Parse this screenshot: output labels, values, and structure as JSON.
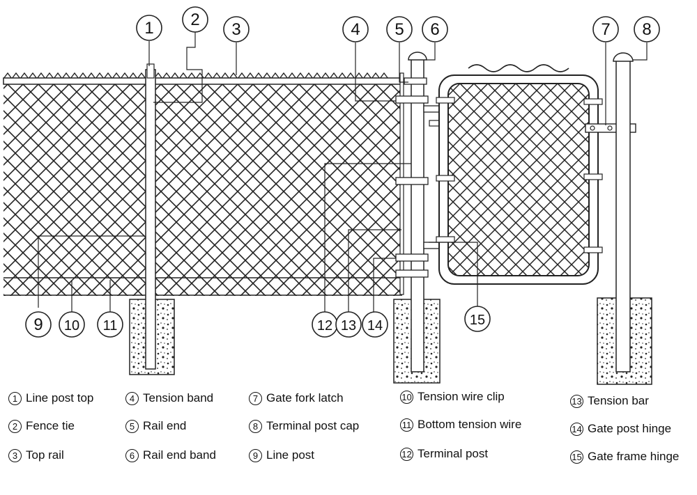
{
  "callouts": [
    "1",
    "2",
    "3",
    "4",
    "5",
    "6",
    "7",
    "8",
    "9",
    "10",
    "11",
    "12",
    "13",
    "14",
    "15"
  ],
  "legend": [
    {
      "num": "1",
      "label": "Line post top"
    },
    {
      "num": "2",
      "label": "Fence tie"
    },
    {
      "num": "3",
      "label": "Top rail"
    },
    {
      "num": "4",
      "label": "Tension band"
    },
    {
      "num": "5",
      "label": "Rail end"
    },
    {
      "num": "6",
      "label": "Rail end band"
    },
    {
      "num": "7",
      "label": "Gate fork latch"
    },
    {
      "num": "8",
      "label": "Terminal post cap"
    },
    {
      "num": "9",
      "label": "Line post"
    },
    {
      "num": "10",
      "label": "Tension wire clip"
    },
    {
      "num": "11",
      "label": "Bottom tension wire"
    },
    {
      "num": "12",
      "label": "Terminal post"
    },
    {
      "num": "13",
      "label": "Tension bar"
    },
    {
      "num": "14",
      "label": "Gate post hinge"
    },
    {
      "num": "15",
      "label": "Gate frame hinge"
    }
  ]
}
